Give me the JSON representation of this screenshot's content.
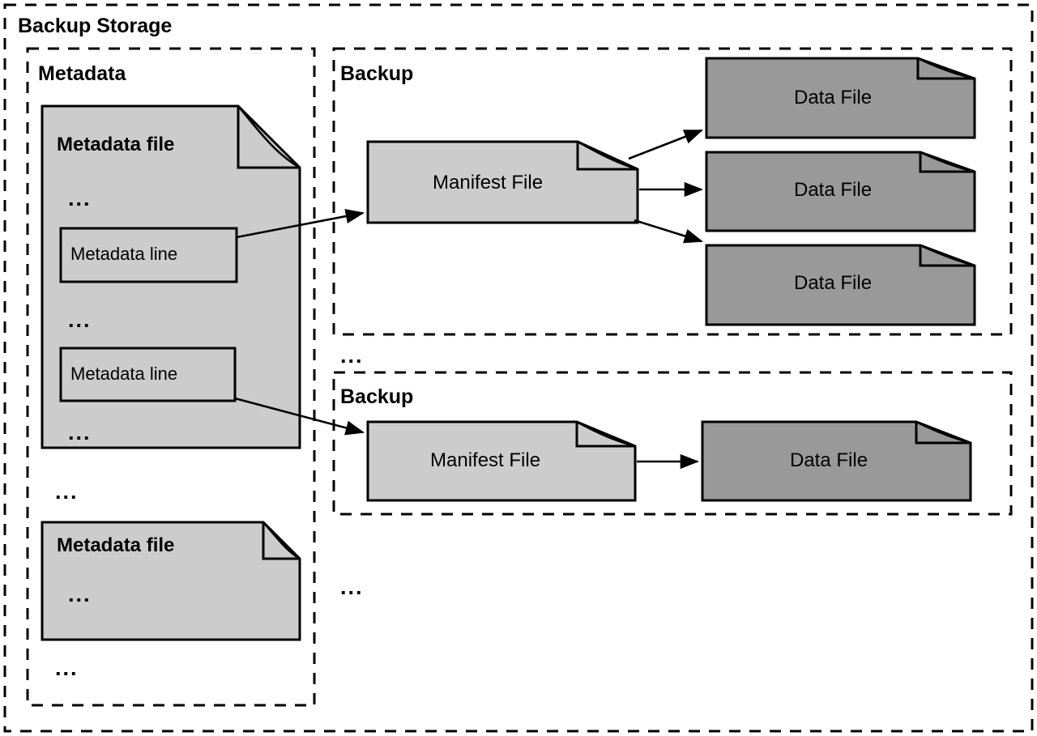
{
  "diagram": {
    "title": "Backup Storage",
    "colors": {
      "file_light": "#cccccc",
      "file_dark": "#999999",
      "stroke": "#000000",
      "background": "#ffffff"
    },
    "outer_container": {
      "label": "Backup Storage",
      "border_style": "dashed"
    },
    "metadata_section": {
      "label": "Metadata",
      "border_style": "dashed",
      "files": [
        {
          "title": "Metadata file",
          "ellipsis_top": "...",
          "lines": [
            {
              "label": "Metadata line"
            },
            {
              "label": "Metadata line"
            }
          ],
          "ellipsis_middle": "...",
          "ellipsis_bottom": "..."
        },
        {
          "title": "Metadata file",
          "ellipsis_inner": "..."
        }
      ],
      "ellipsis_between_files": "...",
      "ellipsis_after_files": "..."
    },
    "backup_sections": [
      {
        "label": "Backup",
        "border_style": "dashed",
        "manifest": {
          "title": "Manifest File"
        },
        "data_files": [
          {
            "title": "Data File"
          },
          {
            "title": "Data File"
          },
          {
            "title": "Data File"
          }
        ]
      },
      {
        "label": "Backup",
        "border_style": "dashed",
        "manifest": {
          "title": "Manifest File"
        },
        "data_files": [
          {
            "title": "Data File"
          }
        ]
      }
    ],
    "ellipsis_between_backups": "...",
    "ellipsis_after_backups": "...",
    "arrows": [
      {
        "from": "metadata-line-1",
        "to": "manifest-file-1"
      },
      {
        "from": "metadata-line-2",
        "to": "manifest-file-2"
      },
      {
        "from": "manifest-file-1",
        "to": "data-file-1-1"
      },
      {
        "from": "manifest-file-1",
        "to": "data-file-1-2"
      },
      {
        "from": "manifest-file-1",
        "to": "data-file-1-3"
      },
      {
        "from": "manifest-file-2",
        "to": "data-file-2-1"
      }
    ]
  }
}
